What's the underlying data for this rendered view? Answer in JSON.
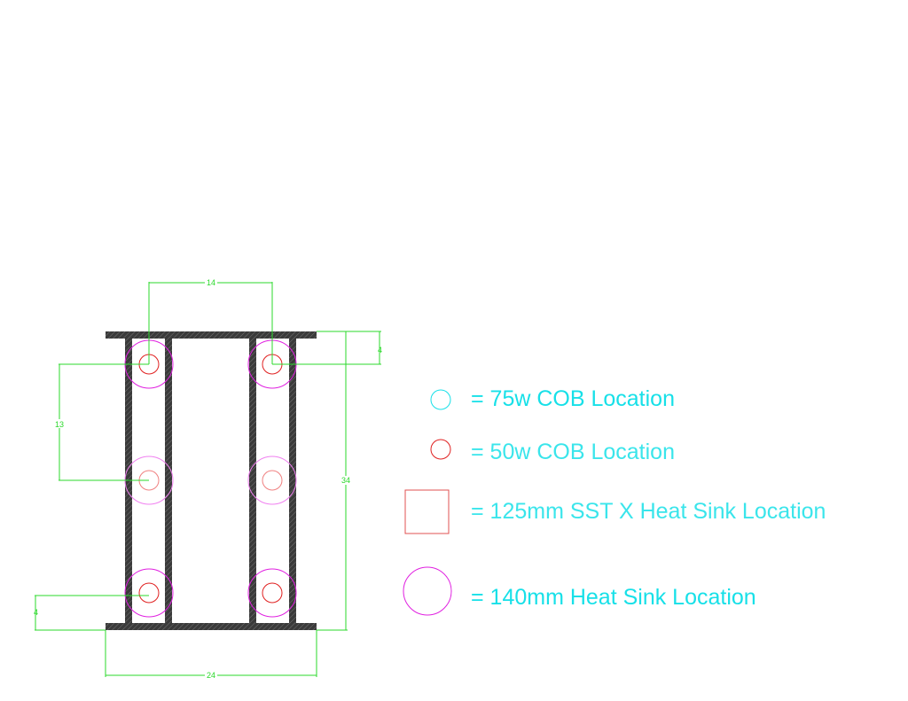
{
  "colors": {
    "frame": "#3a3a3a",
    "dimension": "#2bd92b",
    "cob_75w": "#17e0e8",
    "cob_50w": "#e02020",
    "sst_x_sink": "#e05050",
    "sink_140mm": "#e020e0",
    "legend_text": "#17e0e8"
  },
  "dimensions": {
    "top_spacing": "14",
    "right_offset_top": "4",
    "left_spacing": "13",
    "overall_height": "34",
    "left_offset_bottom": "4",
    "bottom_width": "24"
  },
  "legend": [
    {
      "symbol": "small-cyan-circle-icon",
      "text": "=  75w COB  Location"
    },
    {
      "symbol": "small-red-circle-icon",
      "text": "=  50w COB  Location"
    },
    {
      "symbol": "red-square-icon",
      "text": "=  125mm SST X Heat Sink  Location"
    },
    {
      "symbol": "large-magenta-circle-icon",
      "text": "=  140mm Heat Sink  Location"
    }
  ]
}
